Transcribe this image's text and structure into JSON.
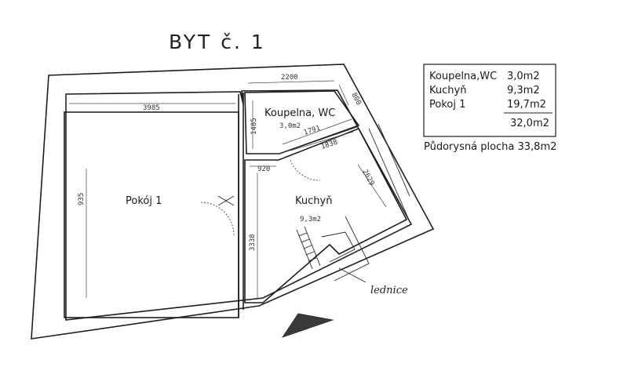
{
  "title": "BYT č. 1",
  "rooms": [
    {
      "name": "Pokój 1"
    },
    {
      "name": "Koupelna, WC",
      "area": "3,0m2"
    },
    {
      "name": "Kuchyň",
      "area": "9,3m2"
    }
  ],
  "dimensions": {
    "d3985": "3985",
    "d2200": "2200",
    "d800": "800",
    "d1485": "1485",
    "d1791": "1791",
    "d1838": "1838",
    "d2629": "2629",
    "d920": "920",
    "d3338": "3338",
    "d935": "935"
  },
  "legend": {
    "rows": [
      {
        "name": "Koupelna,WC",
        "area": "3,0m2"
      },
      {
        "name": "Kuchyň",
        "area": "9,3m2"
      },
      {
        "name": "Pokoj 1",
        "area": "19,7m2"
      }
    ],
    "total": "32,0m2",
    "floor_area": "Půdorysná plocha 33,8m2"
  },
  "annotation": "lednice"
}
